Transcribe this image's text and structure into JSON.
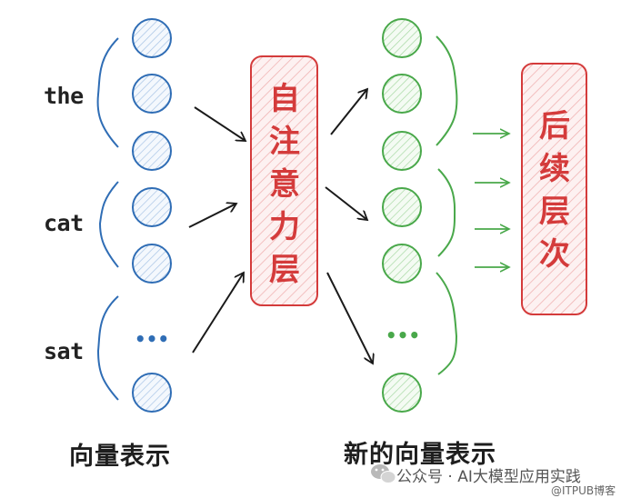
{
  "inputs": {
    "words": [
      "the",
      "cat",
      "sat"
    ],
    "ellipsis": "•••",
    "caption": "向量表示"
  },
  "attention_box": {
    "chars": [
      "自",
      "注",
      "意",
      "力",
      "层"
    ]
  },
  "outputs": {
    "ellipsis": "•••",
    "caption": "新的向量表示"
  },
  "next_box": {
    "chars": [
      "后",
      "续",
      "层",
      "次"
    ]
  },
  "watermark": {
    "text": "公众号 · AI大模型应用实践",
    "site": "@ITPUB博客"
  },
  "colors": {
    "input_blue": "#2f6db5",
    "output_green": "#49a84a",
    "box_red": "#d43b3b",
    "box_fill": "#fbe4e4",
    "arrow_black": "#1a1a1a"
  }
}
